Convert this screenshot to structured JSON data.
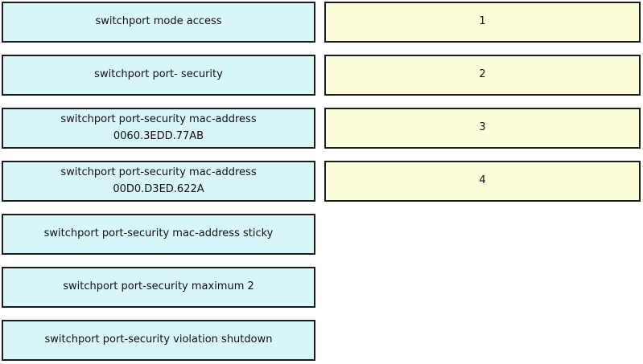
{
  "colors": {
    "page_bg": "#ffffff",
    "source_fill": "#d8f6f8",
    "target_fill": "#fdfcda",
    "border": "#1c1c1c",
    "text": "#101010"
  },
  "left_commands": [
    {
      "text": "switchport mode access"
    },
    {
      "text": "switchport port- security"
    },
    {
      "text": "switchport port-security mac-address\n0060.3EDD.77AB"
    },
    {
      "text": "switchport port-security mac-address\n00D0.D3ED.622A"
    },
    {
      "text": "switchport port-security mac-address sticky"
    },
    {
      "text": "switchport port-security maximum 2"
    },
    {
      "text": "switchport port-security violation shutdown"
    }
  ],
  "right_slots": [
    {
      "number": "1"
    },
    {
      "number": "2"
    },
    {
      "number": "3"
    },
    {
      "number": "4"
    }
  ]
}
